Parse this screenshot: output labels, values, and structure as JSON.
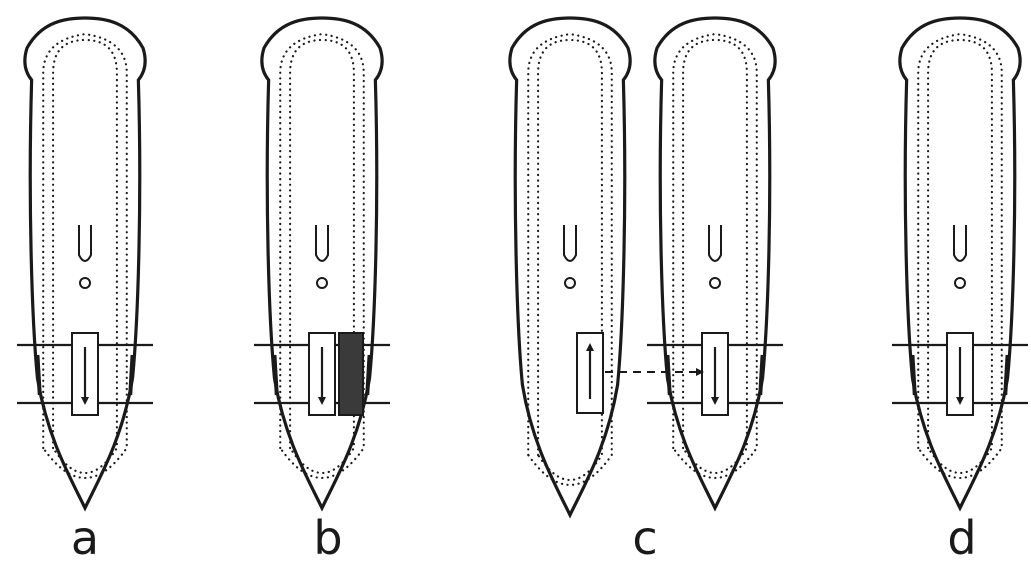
{
  "figure": {
    "panels": [
      {
        "id": "a",
        "label": "a",
        "worms": 1,
        "graft": "rotated-180",
        "black_fill": false,
        "cuts": 2
      },
      {
        "id": "b",
        "label": "b",
        "worms": 1,
        "graft": "rotated-180",
        "black_fill": true,
        "cuts": 2
      },
      {
        "id": "c",
        "label": "c",
        "worms": 2,
        "graft": "transplanted-from-donor",
        "black_fill": false,
        "cuts": 2
      },
      {
        "id": "d",
        "label": "d",
        "worms": 1,
        "graft": "rotated-180",
        "black_fill": false,
        "cuts": 2
      }
    ]
  },
  "colors": {
    "ink": "#1a1a1a",
    "fill": "#3a3a3a",
    "paper": "#ffffff"
  },
  "icons": {
    "arrow_down": "arrow-down-icon",
    "arrow_up": "arrow-up-icon",
    "dashed_transfer": "dashed-arrow-icon"
  }
}
